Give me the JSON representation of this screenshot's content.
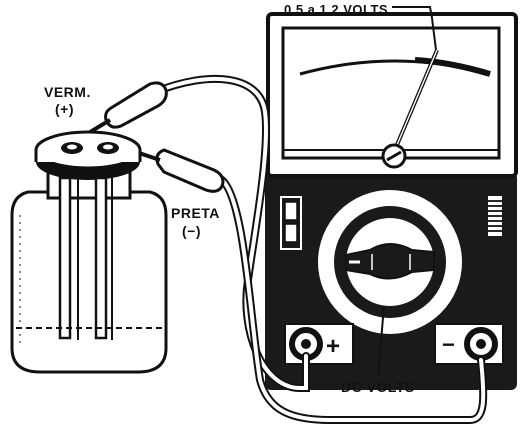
{
  "labels": {
    "voltage_range": "0,5 a 1,2 VOLTS",
    "red_wire": "VERM.",
    "red_sign": "(+)",
    "black_wire": "PRETA",
    "black_sign": "(−)",
    "selector": "DC VOLTS",
    "plus_terminal": "+",
    "minus_terminal": "−"
  },
  "colors": {
    "ink": "#111111",
    "paper": "#ffffff",
    "meter_body": "#1a1a1a"
  }
}
